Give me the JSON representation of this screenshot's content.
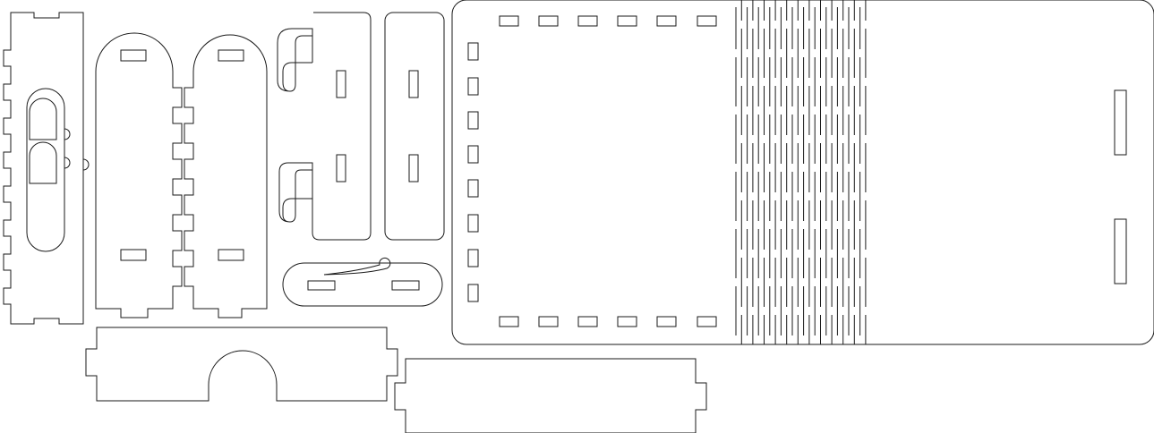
{
  "cut_color": "#1a1a1a",
  "background_color": "#ffffff",
  "parts": [
    {
      "id": "comb-side-piece",
      "kind": "panel"
    },
    {
      "id": "rounded-panel-left",
      "kind": "panel"
    },
    {
      "id": "rounded-panel-right",
      "kind": "panel"
    },
    {
      "id": "hook-bracket",
      "kind": "bracket"
    },
    {
      "id": "slotted-strip",
      "kind": "strip"
    },
    {
      "id": "clip-piece",
      "kind": "clip"
    },
    {
      "id": "arch-bottom-panel",
      "kind": "panel"
    },
    {
      "id": "tab-bottom-panel",
      "kind": "panel"
    },
    {
      "id": "living-hinge-panel",
      "kind": "panel"
    }
  ]
}
